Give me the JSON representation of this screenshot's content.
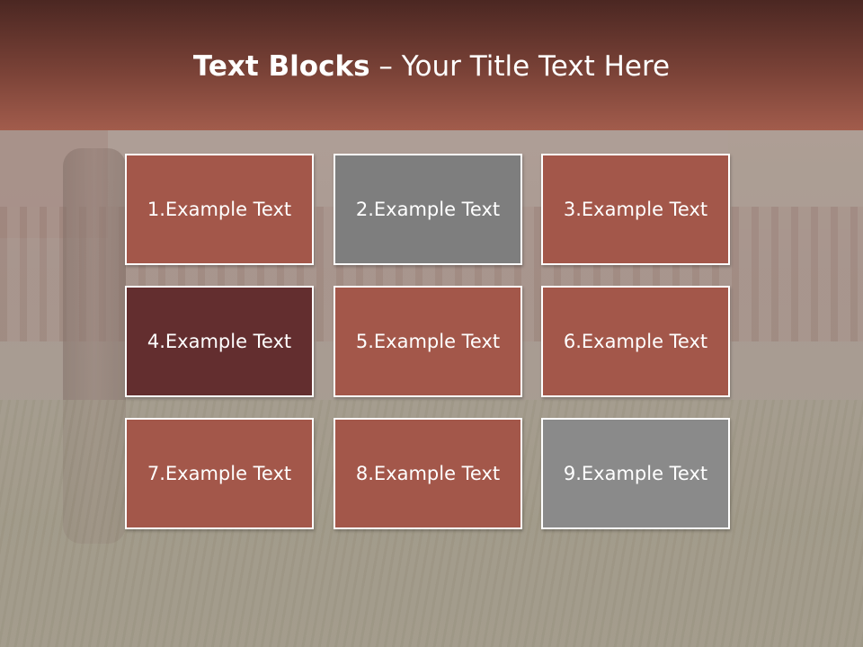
{
  "slide": {
    "title_bold": "Text Blocks",
    "title_rest": " – Your Title Text Here"
  },
  "blocks": [
    {
      "label": "1.Example Text",
      "color": "#a3574a"
    },
    {
      "label": "2.Example Text",
      "color": "#7e7e7e"
    },
    {
      "label": "3.Example Text",
      "color": "#a3574a"
    },
    {
      "label": "4.Example Text",
      "color": "#632e2f"
    },
    {
      "label": "5.Example Text",
      "color": "#a3574a"
    },
    {
      "label": "6.Example Text",
      "color": "#a3574a"
    },
    {
      "label": "7.Example Text",
      "color": "#a3574a"
    },
    {
      "label": "8.Example Text",
      "color": "#a3574a"
    },
    {
      "label": "9.Example Text",
      "color": "#8a8a8a"
    }
  ],
  "colors": {
    "header_dark": "#4b2722",
    "header_light": "#a25c4c",
    "text": "#ffffff"
  }
}
